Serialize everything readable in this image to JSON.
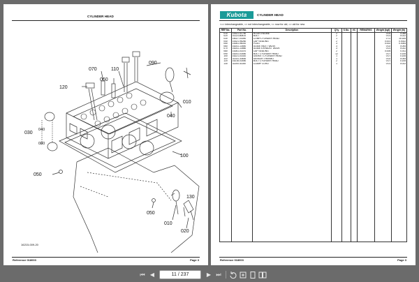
{
  "left_page": {
    "title": "CYLINDER HEAD",
    "reference": "Reference 018003",
    "page": "Page 3",
    "callouts": [
      "090",
      "070",
      "110",
      "060",
      "120",
      "010",
      "040",
      "030",
      "040",
      "080",
      "100",
      "050",
      "130",
      "050",
      "010",
      "020"
    ],
    "drawing_code": "16215-009-20"
  },
  "right_page": {
    "logo": "Kubota",
    "title": "CYLINDER HEAD",
    "legend": "<=> interchangeable,   => not interchangeable,   <= now for old,   => old for new",
    "columns": [
      "REF.No.",
      "Part No.",
      "Description",
      "Q'ty",
      "S.No.",
      "I/C",
      "REMARKS",
      "Weight (kgf)",
      "Weight (lb)"
    ],
    "rows": [
      [
        "010",
        "15321-01750",
        "HOOK ENGINE",
        "2",
        "",
        "",
        "",
        "0.04",
        "0.088"
      ],
      [
        "020",
        "01123-60814",
        "BOLT",
        "2",
        "",
        "",
        "",
        "0.01",
        "0.022"
      ],
      [
        "030",
        "16027-03040",
        "COMP.CYLINDER HEAD",
        "1",
        "",
        "",
        "",
        "0.72",
        "15.184"
      ],
      [
        "040",
        "15321-96260",
        "CAP SEALING",
        "2",
        "",
        "",
        "",
        "0.001",
        "0.0022"
      ],
      [
        "050",
        "15261-96010",
        "PLUG",
        "3",
        "",
        "",
        "",
        "0.002",
        "0.0044"
      ],
      [
        "060",
        "16241-13540",
        "GUIDE INLET VALVE",
        "3",
        "",
        "",
        "",
        "0.02",
        "0.044"
      ],
      [
        "070",
        "16241-13560",
        "GUIDE EXHAUST VALVE",
        "3",
        "",
        "",
        "",
        "0.01",
        "0.022"
      ],
      [
        "080",
        "15261-03370",
        "CAP SEALING",
        "2",
        "",
        "",
        "",
        "0.005",
        "0.011"
      ],
      [
        "090",
        "16241-03450",
        "BOLT CYLINDER HEAD",
        "12",
        "",
        "",
        "",
        "0.07",
        "0.154"
      ],
      [
        "100",
        "16221-03310",
        "GASKET CYLINDER HEAD",
        "1",
        "",
        "",
        "",
        "0.07",
        "0.154"
      ],
      [
        "110",
        "31331-33830",
        "SENSOR THERMO",
        "1",
        "",
        "",
        "",
        "0.02",
        "0.044"
      ],
      [
        "120",
        "16216-03450",
        "BOLT CYLINDER HEAD",
        "2",
        "",
        "",
        "",
        "0.07",
        "0.154"
      ],
      [
        "130",
        "32200-41160",
        "CLAMP CORD",
        "1",
        "",
        "",
        "",
        "0.01",
        "0.022"
      ]
    ],
    "reference": "Reference 018003",
    "page": "Page 3"
  },
  "toolbar": {
    "page_display": "11 / 237",
    "first": "⏮",
    "prev": "◀",
    "next": "▶",
    "last": "⏭"
  }
}
